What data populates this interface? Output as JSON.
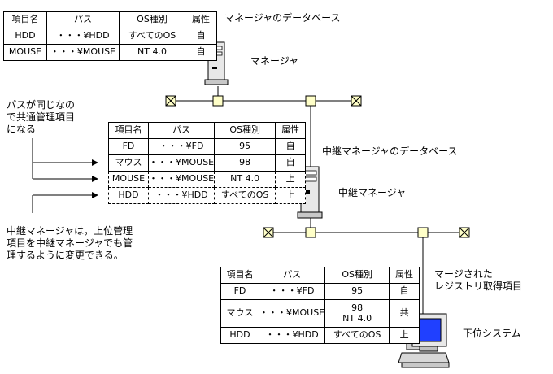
{
  "colors": {
    "node_fill": "#ffffc8",
    "line": "#000000",
    "screen": "#2040ff"
  },
  "labels": {
    "manager_db": "マネージャのデータベース",
    "manager": "マネージャ",
    "relay_db": "中継マネージャのデータベース",
    "relay_manager": "中継マネージャ",
    "merged_line1": "マージされた",
    "merged_line2": "レジストリ取得項目",
    "subsystem": "下位システム"
  },
  "notes": {
    "same_path": [
      "パスが同じなの",
      "で共通管理項目",
      "になる"
    ],
    "relay_note": [
      "中継マネージャは，上位管理",
      "項目を中継マネージャでも管",
      "理するように変更できる。"
    ]
  },
  "manager_table": {
    "headers": [
      "項目名",
      "パス",
      "OS種別",
      "属性"
    ],
    "rows": [
      [
        "HDD",
        "・・・¥HDD",
        "すべてのOS",
        "自"
      ],
      [
        "MOUSE",
        "・・・¥MOUSE",
        "NT 4.0",
        "自"
      ]
    ]
  },
  "relay_table": {
    "headers": [
      "項目名",
      "パス",
      "OS種別",
      "属性"
    ],
    "rows": [
      [
        "FD",
        "・・・¥FD",
        "95",
        "自"
      ],
      [
        "マウス",
        "・・・¥MOUSE",
        "98",
        "自"
      ],
      [
        "MOUSE",
        "・・・¥MOUSE",
        "NT 4.0",
        "上"
      ],
      [
        "HDD",
        "・・・¥HDD",
        "すべてのOS",
        "上"
      ]
    ]
  },
  "lower_table": {
    "headers": [
      "項目名",
      "パス",
      "OS種別",
      "属性"
    ],
    "rows": [
      [
        "FD",
        "・・・¥FD",
        "95",
        "自"
      ],
      [
        "マウス",
        "・・・¥MOUSE",
        "98",
        "共"
      ],
      [
        "HDD",
        "・・・¥HDD",
        "すべてのOS",
        "上"
      ]
    ],
    "os_extra": "NT 4.0"
  }
}
